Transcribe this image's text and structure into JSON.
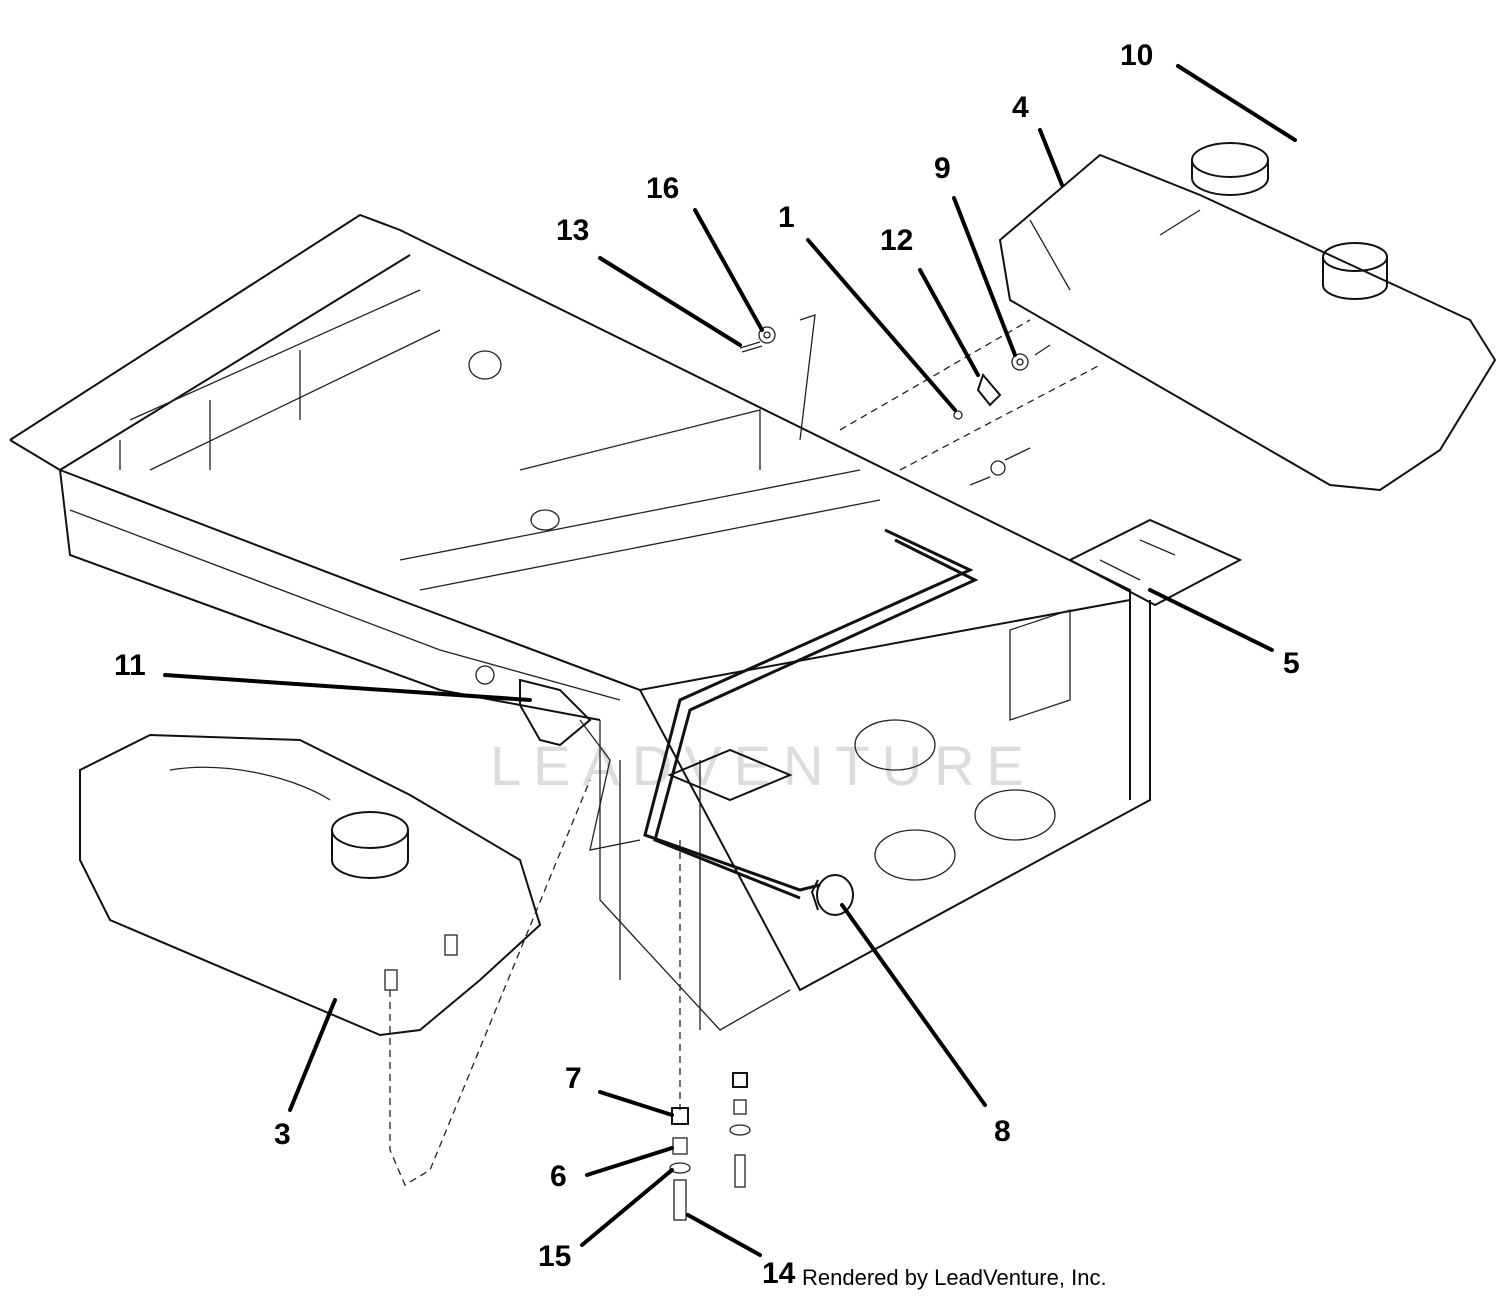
{
  "callouts": [
    {
      "id": "c1",
      "text": "1"
    },
    {
      "id": "c3",
      "text": "3"
    },
    {
      "id": "c4",
      "text": "4"
    },
    {
      "id": "c5",
      "text": "5"
    },
    {
      "id": "c6",
      "text": "6"
    },
    {
      "id": "c7",
      "text": "7"
    },
    {
      "id": "c8",
      "text": "8"
    },
    {
      "id": "c9",
      "text": "9"
    },
    {
      "id": "c10",
      "text": "10"
    },
    {
      "id": "c11",
      "text": "11"
    },
    {
      "id": "c12",
      "text": "12"
    },
    {
      "id": "c13",
      "text": "13"
    },
    {
      "id": "c14",
      "text": "14"
    },
    {
      "id": "c15",
      "text": "15"
    },
    {
      "id": "c16",
      "text": "16"
    }
  ],
  "credit": "Rendered by LeadVenture, Inc.",
  "watermark": "LEADVENTURE"
}
